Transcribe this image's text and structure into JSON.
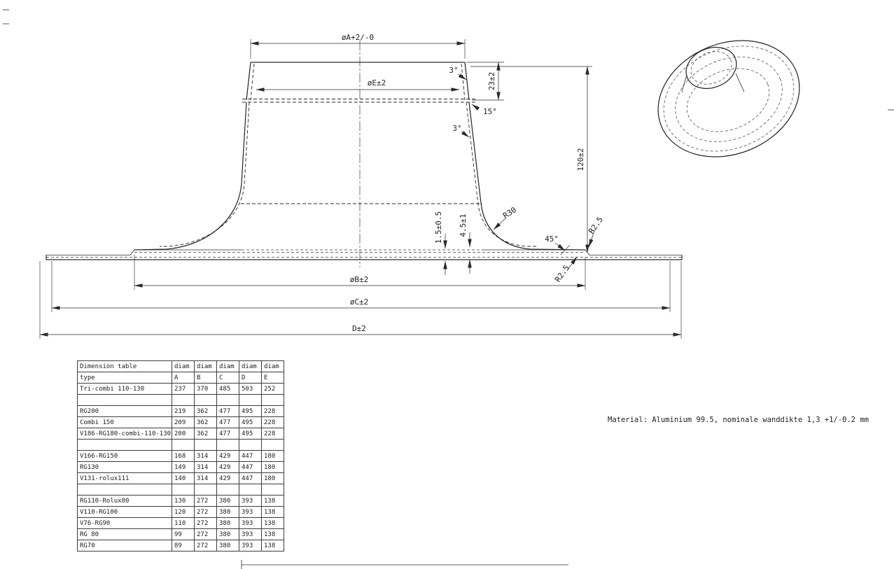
{
  "drawing": {
    "dimensions": {
      "top_diameter": "øA+2/-0",
      "collar_diameter": "øE±2",
      "taper_top": "3°",
      "collar_height": "23±2",
      "cone_angle": "15°",
      "taper_mid": "3°",
      "body_height": "120±2",
      "radius_large": "R30",
      "flange_angle": "45°",
      "radius_small_upper": "R2.5",
      "radius_small_lower": "R2.5",
      "wall_thickness": "1.5±0.5",
      "edge_height": "4.5±1",
      "base_inner_diameter": "øB±2",
      "base_outer_diameter": "øC±2",
      "overall_diameter": "D±2"
    },
    "material_note": "Material: Aluminium 99.5, nominale wanddikte 1,3 +1/-0.2 mm"
  },
  "dimension_table": {
    "title": "Dimension table",
    "type_header": "type",
    "diam_label": "diam",
    "column_letters": [
      "A",
      "B",
      "C",
      "D",
      "E"
    ],
    "rows": [
      {
        "type": "Tri-combi 110-130",
        "A": "237",
        "B": "370",
        "C": "485",
        "D": "503",
        "E": "252"
      },
      {
        "type": "",
        "A": "",
        "B": "",
        "C": "",
        "D": "",
        "E": ""
      },
      {
        "type": "RG200",
        "A": "219",
        "B": "362",
        "C": "477",
        "D": "495",
        "E": "228"
      },
      {
        "type": "Combi 150",
        "A": "209",
        "B": "362",
        "C": "477",
        "D": "495",
        "E": "228"
      },
      {
        "type": "V186-RG180-combi-110-130",
        "A": "200",
        "B": "362",
        "C": "477",
        "D": "495",
        "E": "228"
      },
      {
        "type": "",
        "A": "",
        "B": "",
        "C": "",
        "D": "",
        "E": ""
      },
      {
        "type": "V166-RG150",
        "A": "168",
        "B": "314",
        "C": "429",
        "D": "447",
        "E": "180"
      },
      {
        "type": "RG130",
        "A": "149",
        "B": "314",
        "C": "429",
        "D": "447",
        "E": "180"
      },
      {
        "type": "V131-rolux111",
        "A": "140",
        "B": "314",
        "C": "429",
        "D": "447",
        "E": "180"
      },
      {
        "type": "",
        "A": "",
        "B": "",
        "C": "",
        "D": "",
        "E": ""
      },
      {
        "type": "RG110-Rolux80",
        "A": "130",
        "B": "272",
        "C": "380",
        "D": "393",
        "E": "138"
      },
      {
        "type": "V110-RG100",
        "A": "120",
        "B": "272",
        "C": "380",
        "D": "393",
        "E": "138"
      },
      {
        "type": "V76-RG90",
        "A": "110",
        "B": "272",
        "C": "380",
        "D": "393",
        "E": "138"
      },
      {
        "type": "RG 80",
        "A": "99",
        "B": "272",
        "C": "380",
        "D": "393",
        "E": "138"
      },
      {
        "type": "RG70",
        "A": "89",
        "B": "272",
        "C": "380",
        "D": "393",
        "E": "138"
      }
    ]
  }
}
